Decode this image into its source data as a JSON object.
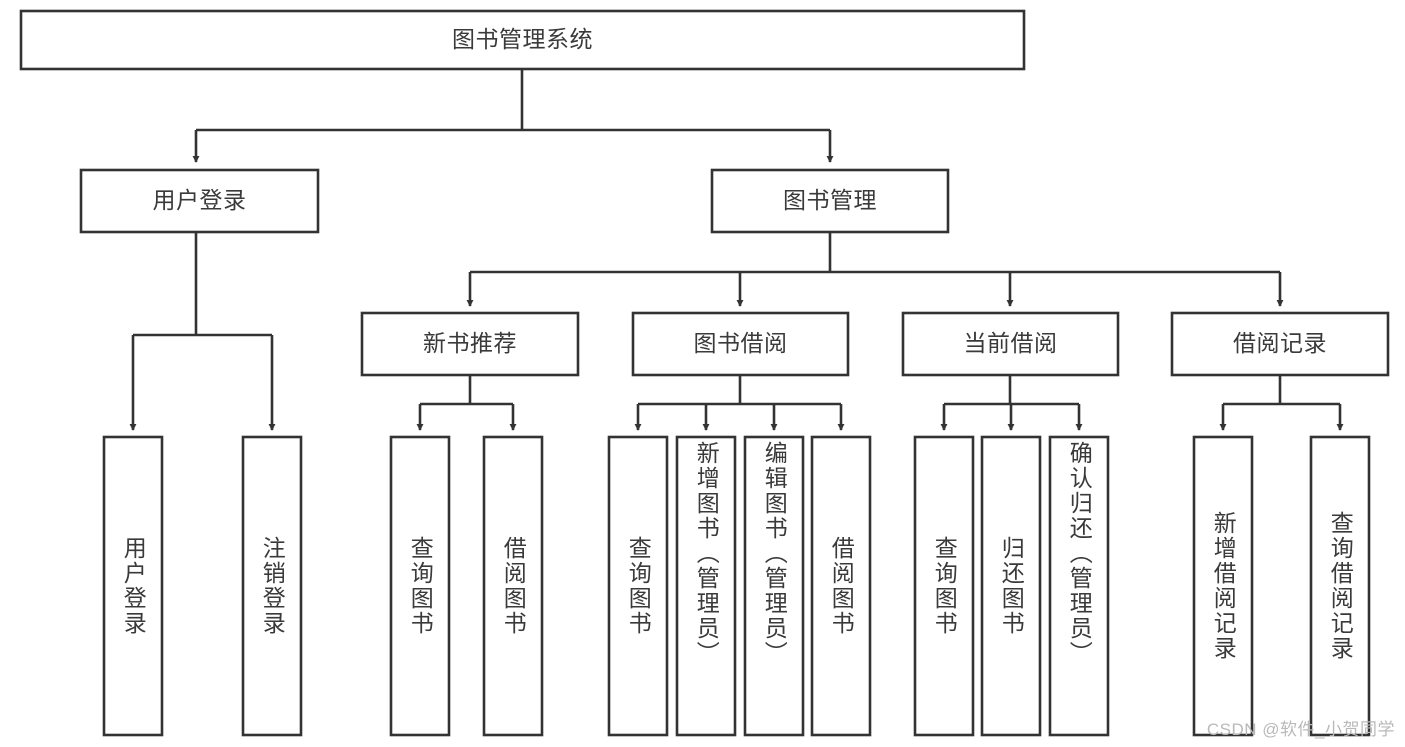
{
  "diagram": {
    "type": "tree-hierarchy",
    "title": "图书管理系统",
    "orientation": "top-down",
    "colors": {
      "box_stroke": "#333333",
      "box_fill": "#ffffff",
      "text": "#3a3a3a",
      "background": "#ffffff",
      "watermark": "#b9b9b9"
    },
    "nodes": {
      "root": {
        "label": "图书管理系统",
        "level": 1,
        "text_orientation": "horizontal"
      },
      "l2": [
        {
          "id": "user-login",
          "label": "用户登录",
          "level": 2,
          "text_orientation": "horizontal"
        },
        {
          "id": "book-management",
          "label": "图书管理",
          "level": 2,
          "text_orientation": "horizontal"
        }
      ],
      "l3": [
        {
          "id": "new-book-recommend",
          "label": "新书推荐",
          "level": 3,
          "text_orientation": "horizontal",
          "parent": "book-management"
        },
        {
          "id": "book-borrow",
          "label": "图书借阅",
          "level": 3,
          "text_orientation": "horizontal",
          "parent": "book-management"
        },
        {
          "id": "current-borrow",
          "label": "当前借阅",
          "level": 3,
          "text_orientation": "horizontal",
          "parent": "book-management"
        },
        {
          "id": "borrow-record",
          "label": "借阅记录",
          "level": 3,
          "text_orientation": "horizontal",
          "parent": "book-management"
        }
      ],
      "leaves": [
        {
          "id": "leaf-user-login",
          "label": "用户登录",
          "parent": "user-login",
          "text_orientation": "vertical"
        },
        {
          "id": "leaf-logout",
          "label": "注销登录",
          "parent": "user-login",
          "text_orientation": "vertical"
        },
        {
          "id": "leaf-query-book-1",
          "label": "查询图书",
          "parent": "new-book-recommend",
          "text_orientation": "vertical"
        },
        {
          "id": "leaf-borrow-book-1",
          "label": "借阅图书",
          "parent": "new-book-recommend",
          "text_orientation": "vertical"
        },
        {
          "id": "leaf-query-book-2",
          "label": "查询图书",
          "parent": "book-borrow",
          "text_orientation": "vertical"
        },
        {
          "id": "leaf-add-book",
          "label": "新增图书（管理员）",
          "parent": "book-borrow",
          "text_orientation": "vertical"
        },
        {
          "id": "leaf-edit-book",
          "label": "编辑图书（管理员）",
          "parent": "book-borrow",
          "text_orientation": "vertical"
        },
        {
          "id": "leaf-borrow-book-2",
          "label": "借阅图书",
          "parent": "book-borrow",
          "text_orientation": "vertical"
        },
        {
          "id": "leaf-query-book-3",
          "label": "查询图书",
          "parent": "current-borrow",
          "text_orientation": "vertical"
        },
        {
          "id": "leaf-return-book",
          "label": "归还图书",
          "parent": "current-borrow",
          "text_orientation": "vertical"
        },
        {
          "id": "leaf-confirm-return",
          "label": "确认归还（管理员）",
          "parent": "current-borrow",
          "text_orientation": "vertical"
        },
        {
          "id": "leaf-add-record",
          "label": "新增借阅记录",
          "parent": "borrow-record",
          "text_orientation": "vertical"
        },
        {
          "id": "leaf-query-record",
          "label": "查询借阅记录",
          "parent": "borrow-record",
          "text_orientation": "vertical"
        }
      ]
    },
    "watermark": "CSDN @软件_小贺同学"
  }
}
